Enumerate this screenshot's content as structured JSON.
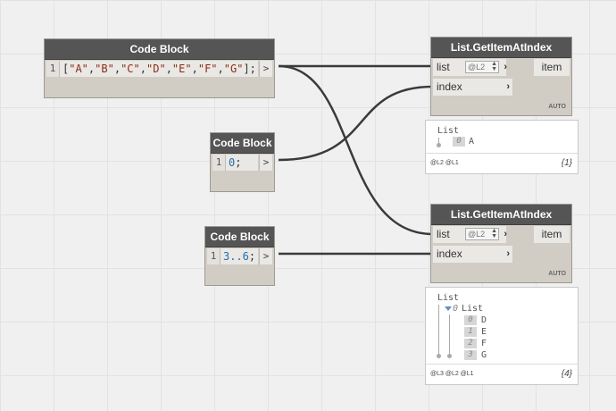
{
  "code_block_1": {
    "title": "Code Block",
    "line_number": "1",
    "code_tokens": [
      "[",
      "\"A\"",
      ",",
      "\"B\"",
      ",",
      "\"C\"",
      ",",
      "\"D\"",
      ",",
      "\"E\"",
      ",",
      "\"F\"",
      ",",
      "\"G\"",
      "];"
    ],
    "output": ">"
  },
  "code_block_2": {
    "title": "Code Block",
    "line_number": "1",
    "code_value": "0",
    "code_suffix": ";",
    "output": ">"
  },
  "code_block_3": {
    "title": "Code Block",
    "line_number": "1",
    "code_value": "3..6",
    "code_suffix": ";",
    "output": ">"
  },
  "get_item_1": {
    "title": "List.GetItemAtIndex",
    "input_list": "list",
    "input_list_lacing": "@L2",
    "input_index": "index",
    "output_item": "item",
    "lacing_mode": "AUTO",
    "preview": {
      "header": "List",
      "items": [
        {
          "index": "0",
          "value": "A"
        }
      ],
      "levels": "@L2 @L1",
      "count": "{1}"
    }
  },
  "get_item_2": {
    "title": "List.GetItemAtIndex",
    "input_list": "list",
    "input_list_lacing": "@L2",
    "input_index": "index",
    "output_item": "item",
    "lacing_mode": "AUTO",
    "preview": {
      "header": "List",
      "sub_index": "0",
      "sub_header": "List",
      "items": [
        {
          "index": "0",
          "value": "D"
        },
        {
          "index": "1",
          "value": "E"
        },
        {
          "index": "2",
          "value": "F"
        },
        {
          "index": "3",
          "value": "G"
        }
      ],
      "levels": "@L3 @L2 @L1",
      "count": "{4}"
    }
  },
  "colors": {
    "canvas": "#f0f0f0",
    "node_body": "#d1cdc5",
    "node_title": "#555555",
    "wire": "#3a3a3a",
    "string_literal": "#8b2c18",
    "number_literal": "#1f6fb2"
  }
}
